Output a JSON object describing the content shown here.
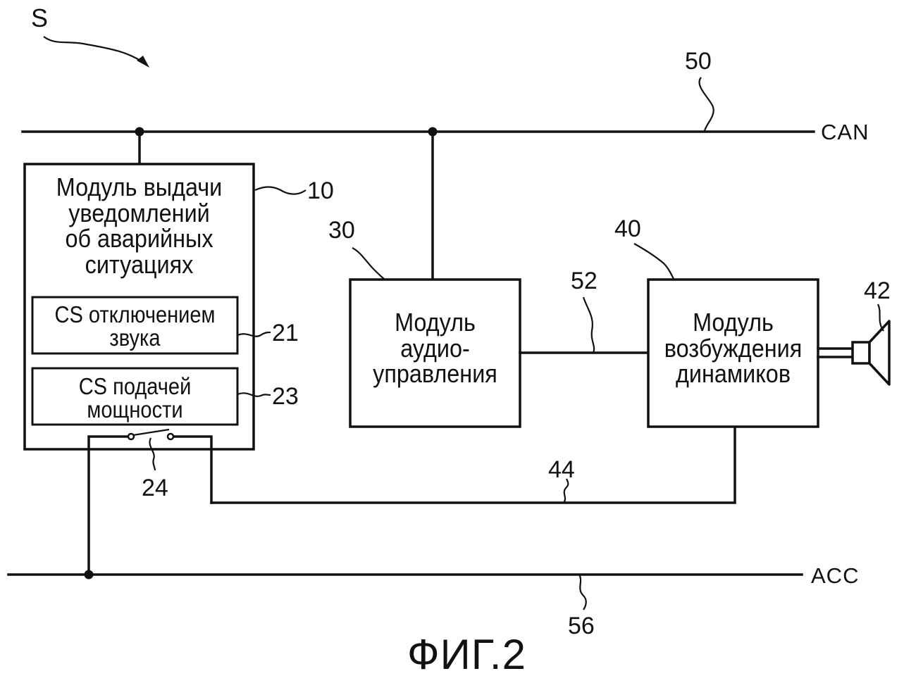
{
  "system_label": "S",
  "buses": {
    "can": {
      "name": "CAN",
      "ref": "50"
    },
    "acc": {
      "name": "ACC",
      "ref": "56"
    }
  },
  "blocks": {
    "notification": {
      "ref": "10",
      "lines": [
        "Модуль выдачи",
        "уведомлений",
        "об аварийных",
        "ситуациях"
      ]
    },
    "mute_cs": {
      "ref": "21",
      "lines": [
        "CS отключением",
        "звука"
      ]
    },
    "power_cs": {
      "ref": "23",
      "lines": [
        "CS подачей",
        "мощности"
      ]
    },
    "audio_control": {
      "ref": "30",
      "lines": [
        "Модуль",
        "аудио-",
        "управления"
      ]
    },
    "speaker_drive": {
      "ref": "40",
      "lines": [
        "Модуль",
        "возбуждения",
        "динамиков"
      ]
    }
  },
  "components": {
    "switch": {
      "ref": "24"
    },
    "speaker": {
      "ref": "42"
    }
  },
  "lines": {
    "audio_link": {
      "ref": "52"
    },
    "power_line": {
      "ref": "44"
    }
  },
  "figure_caption": "ФИГ.2"
}
